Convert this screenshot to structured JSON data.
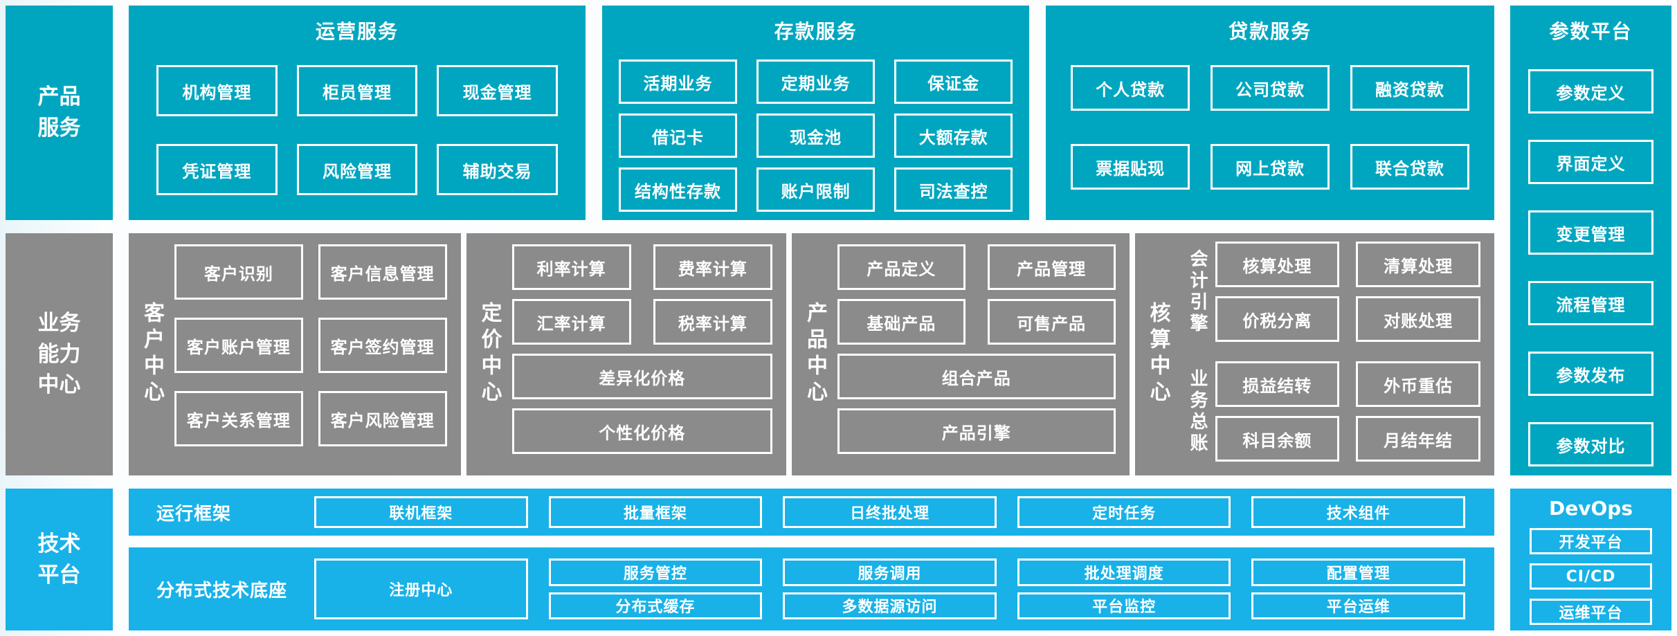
{
  "colors": {
    "teal": "#00a6bf",
    "gray": "#8b8b8b",
    "light_blue": "#18b2e8",
    "text": "#ffffff"
  },
  "product_services": {
    "sidebar_label": "产品\n服务",
    "operations": {
      "title": "运营服务",
      "boxes": [
        "机构管理",
        "柜员管理",
        "现金管理",
        "凭证管理",
        "风险管理",
        "辅助交易"
      ]
    },
    "deposits": {
      "title": "存款服务",
      "boxes": [
        "活期业务",
        "定期业务",
        "保证金",
        "借记卡",
        "现金池",
        "大额存款",
        "结构性存款",
        "账户限制",
        "司法查控"
      ]
    },
    "loans": {
      "title": "贷款服务",
      "boxes": [
        "个人贷款",
        "公司贷款",
        "融资贷款",
        "票据贴现",
        "网上贷款",
        "联合贷款"
      ]
    }
  },
  "parameter_platform": {
    "title": "参数平台",
    "boxes": [
      "参数定义",
      "界面定义",
      "变更管理",
      "流程管理",
      "参数发布",
      "参数对比"
    ]
  },
  "business_capability": {
    "sidebar_label": "业务\n能力\n中心",
    "customer_center": {
      "label": "客户中心",
      "boxes": [
        "客户识别",
        "客户信息管理",
        "客户账户管理",
        "客户签约管理",
        "客户关系管理",
        "客户风险管理"
      ]
    },
    "pricing_center": {
      "label": "定价中心",
      "boxes": [
        "利率计算",
        "费率计算",
        "汇率计算",
        "税率计算"
      ],
      "wide_boxes": [
        "差异化价格",
        "个性化价格"
      ]
    },
    "product_center": {
      "label": "产品中心",
      "boxes": [
        "产品定义",
        "产品管理",
        "基础产品",
        "可售产品"
      ],
      "wide_boxes": [
        "组合产品",
        "产品引擎"
      ]
    },
    "accounting_center": {
      "label": "核算中心",
      "accounting_engine": {
        "label": "会计引擎",
        "boxes": [
          "核算处理",
          "清算处理",
          "价税分离",
          "对账处理"
        ]
      },
      "business_ledger": {
        "label": "业务总账",
        "boxes": [
          "损益结转",
          "外币重估",
          "科目余额",
          "月结年结"
        ]
      }
    }
  },
  "tech_platform": {
    "sidebar_label": "技术\n平台",
    "runtime_framework": {
      "label": "运行框架",
      "boxes": [
        "联机框架",
        "批量框架",
        "日终批处理",
        "定时任务",
        "技术组件"
      ]
    },
    "distributed_base": {
      "label": "分布式技术底座",
      "registry_box": "注册中心",
      "grid_boxes": [
        "服务管控",
        "服务调用",
        "批处理调度",
        "配置管理",
        "分布式缓存",
        "多数据源访问",
        "平台监控",
        "平台运维"
      ]
    }
  },
  "devops": {
    "title": "DevOps",
    "boxes": [
      "开发平台",
      "CI/CD",
      "运维平台"
    ]
  }
}
